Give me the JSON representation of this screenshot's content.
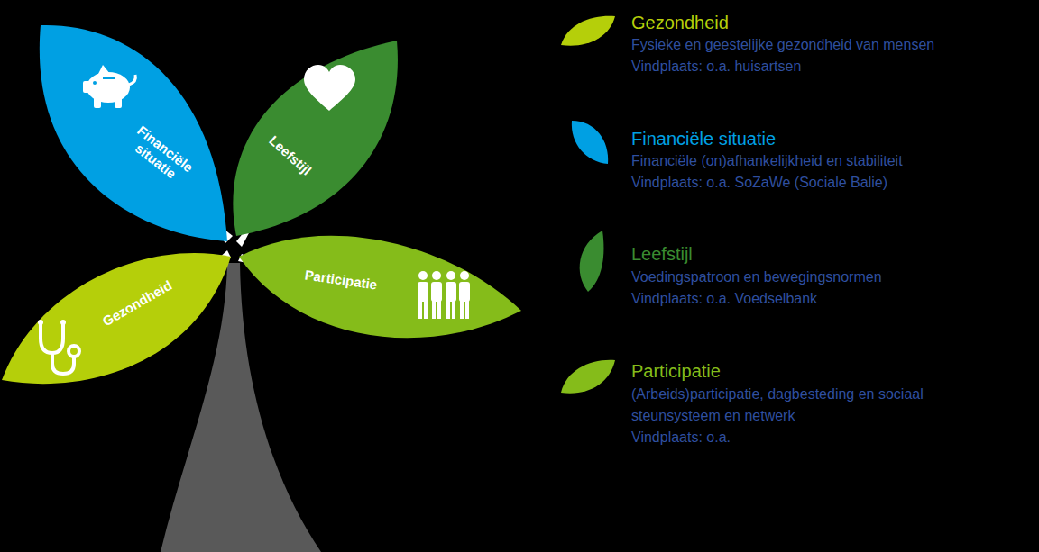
{
  "diagram": {
    "nodes": [
      {
        "text": [
          "Financiële situatie"
        ]
      },
      {
        "text": [
          "Leefstijl"
        ]
      },
      {
        "text": [
          "Gezondheid"
        ]
      },
      {
        "text": [
          "Participatie"
        ]
      }
    ],
    "labels": [
      "Fysieke en geestelijke gezondheid van mensen",
      "Vindplaats: o.a. huisartsen",
      "Financiële (on)afhankelijkheid en stabiliteit",
      "Vindplaats: o.a. SoZaWe (Sociale Balie)",
      "Voedingspatroon en bewegingsnormen",
      "Vindplaats: o.a. Voedselbank",
      "(Arbeids)participatie, dagbesteding en sociaal steunsysteem en netwerk",
      "Vindplaats: o.a."
    ],
    "legend": [
      {
        "text": "Gezondheid",
        "color": "#b5cf0a"
      },
      {
        "text": "Financiële situatie",
        "color": "#00a0e3"
      },
      {
        "text": "Leefstijl",
        "color": "#3a8c30"
      },
      {
        "text": "Participatie",
        "color": "#85bc1a"
      }
    ]
  }
}
